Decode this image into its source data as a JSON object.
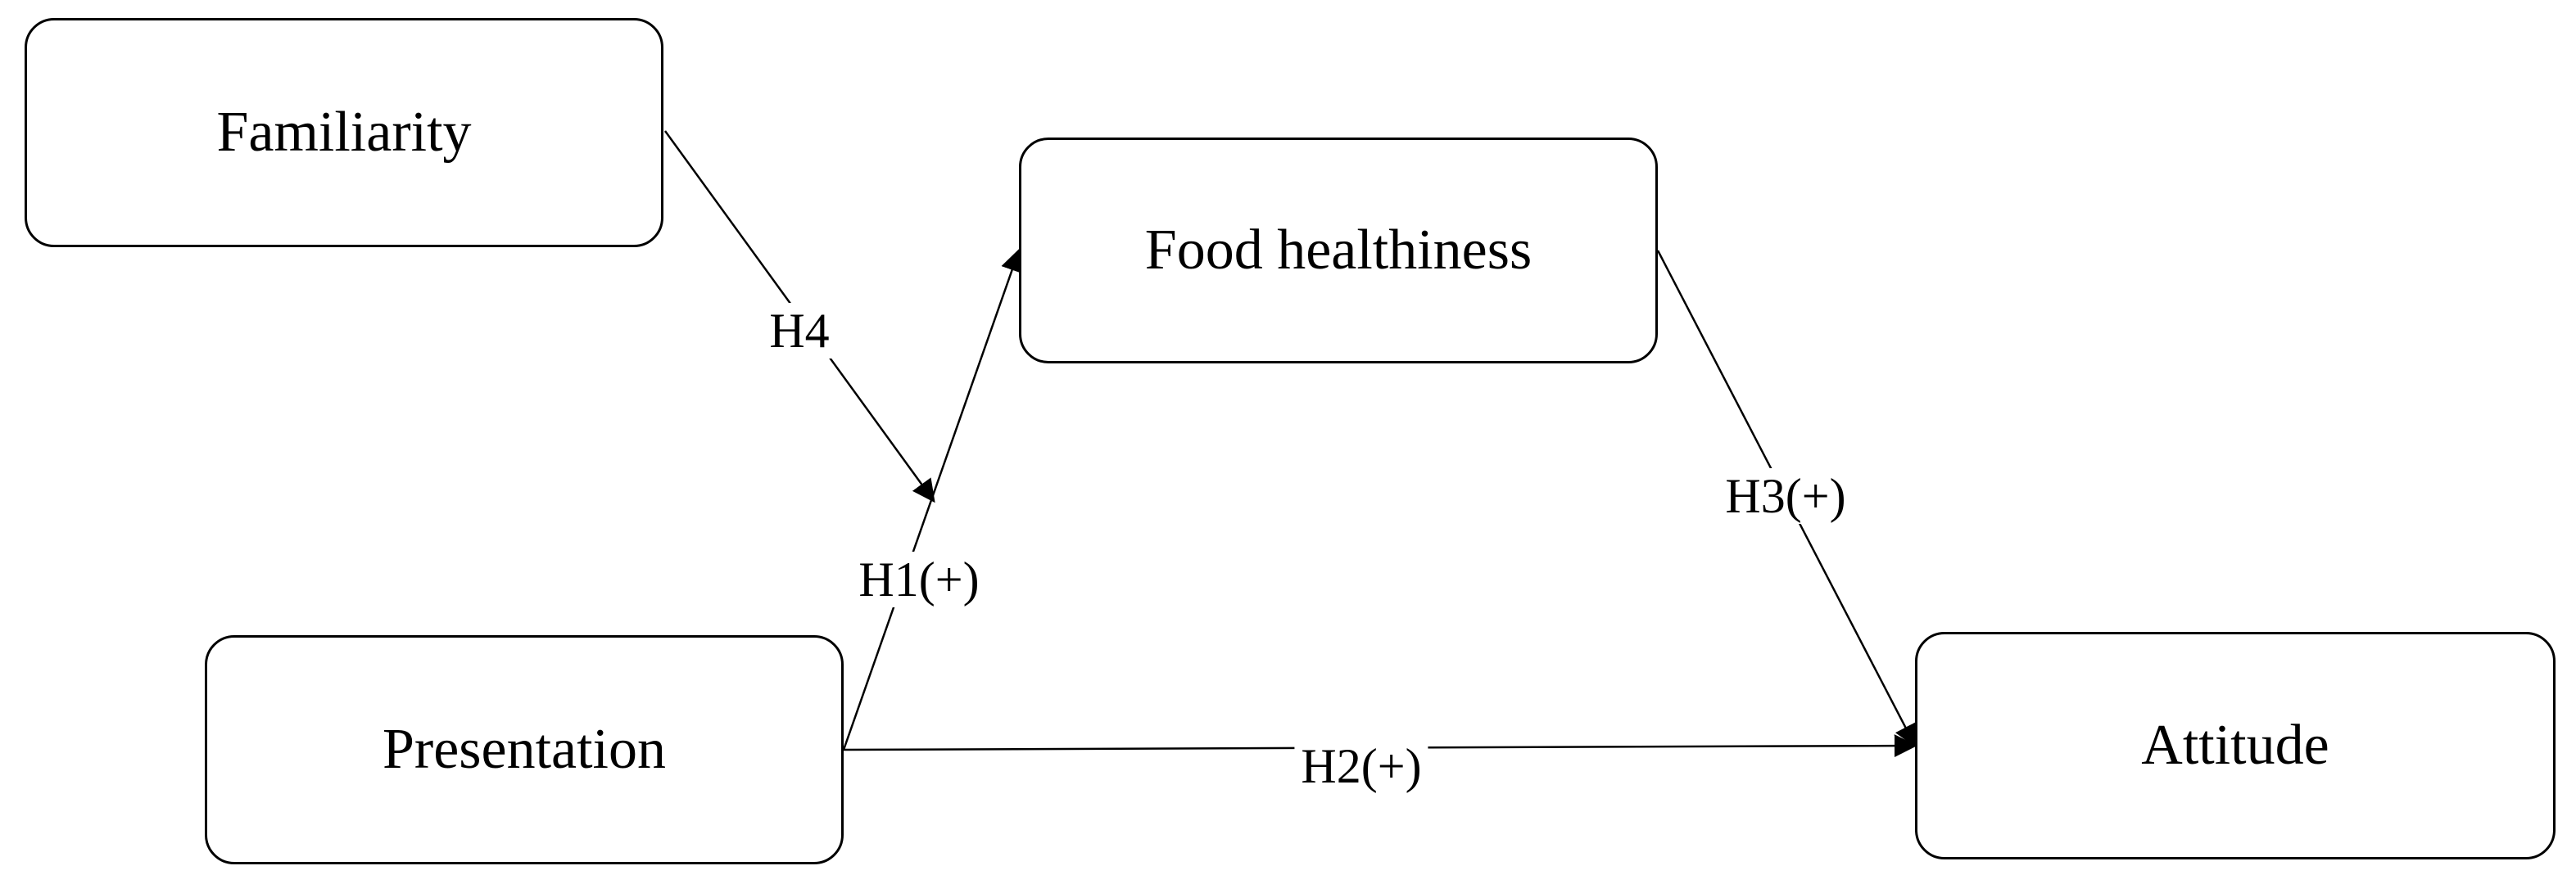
{
  "nodes": {
    "familiarity": "Familiarity",
    "food_healthiness": "Food healthiness",
    "presentation": "Presentation",
    "attitude": "Attitude"
  },
  "edges": {
    "h1": "H1(+)",
    "h2": "H2(+)",
    "h3": "H3(+)",
    "h4": "H4"
  },
  "colors": {
    "line": "#000000",
    "box_border": "#000000",
    "background": "#ffffff"
  }
}
